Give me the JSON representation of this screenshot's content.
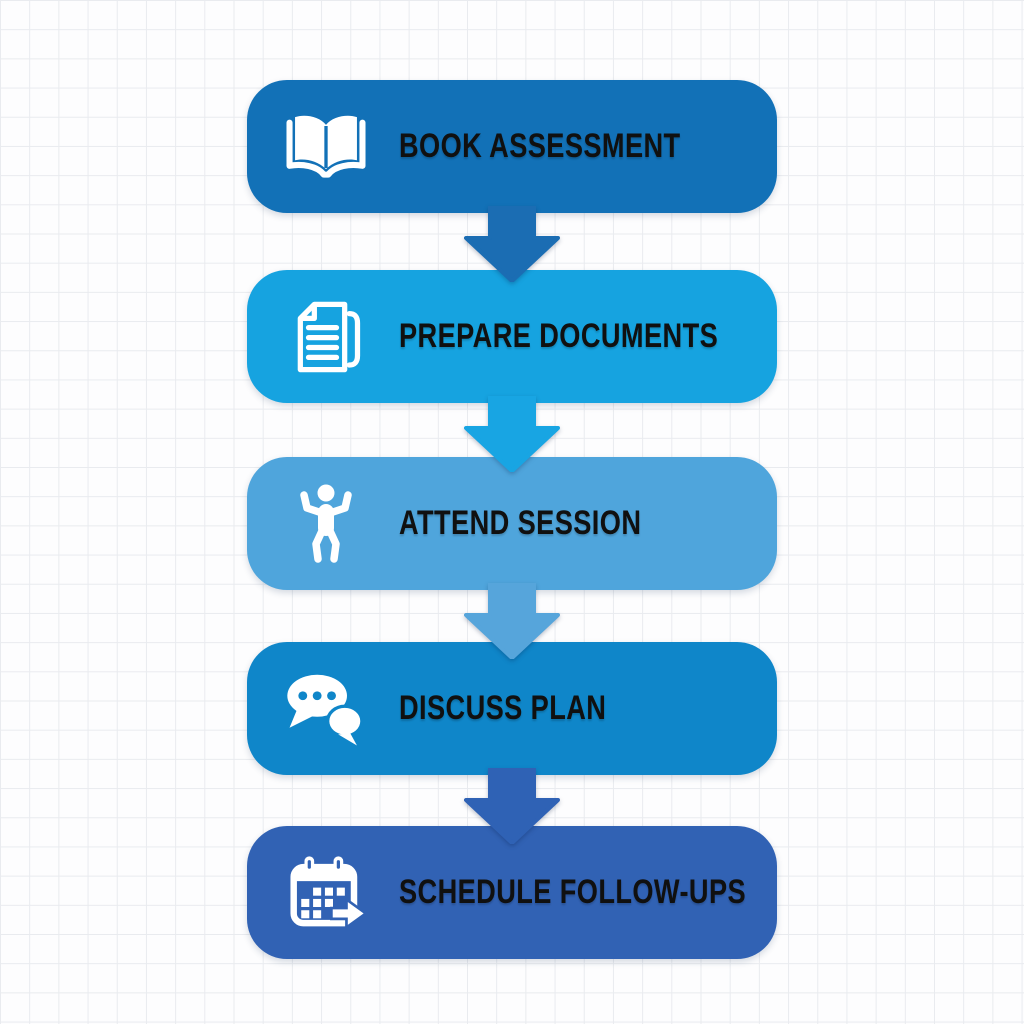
{
  "diagram": {
    "type": "vertical-process-flowchart",
    "background": {
      "paper_color": "#fdfdfe",
      "grid_line_color": "#e9ebef"
    },
    "text_color": "#101010",
    "steps": [
      {
        "label": "BOOK ASSESSMENT",
        "icon": "open-book-icon",
        "color": "#1271b7",
        "arrow_color": "#1b6db3"
      },
      {
        "label": "PREPARE DOCUMENTS",
        "icon": "documents-icon",
        "color": "#16a3e0",
        "arrow_color": "#18a5e3"
      },
      {
        "label": "ATTEND SESSION",
        "icon": "flexing-person-icon",
        "color": "#4fa5dc",
        "arrow_color": "#56a5db"
      },
      {
        "label": "DISCUSS PLAN",
        "icon": "chat-bubbles-icon",
        "color": "#0f86c9",
        "arrow_color": "#2f62b5"
      },
      {
        "label": "SCHEDULE FOLLOW-UPS",
        "icon": "calendar-arrow-icon",
        "color": "#3162b4",
        "arrow_color": null
      }
    ]
  }
}
